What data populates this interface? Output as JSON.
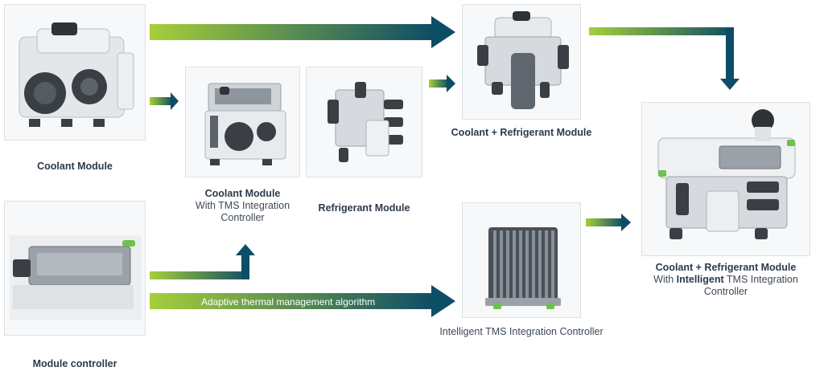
{
  "nodes": {
    "coolant_module": {
      "title": "Coolant Module"
    },
    "coolant_tms": {
      "title": "Coolant Module",
      "subtitle": "With TMS Integration Controller"
    },
    "refrigerant": {
      "title": "Refrigerant Module"
    },
    "coolant_refrigerant": {
      "title": "Coolant + Refrigerant Module"
    },
    "module_controller": {
      "title": "Module controller"
    },
    "intelligent_controller": {
      "title": "Intelligent TMS Integration Controller"
    },
    "final": {
      "title": "Coolant + Refrigerant Module",
      "subtitle_pre": "With ",
      "subtitle_bold": "Intelligent",
      "subtitle_post": " TMS Integration Controller"
    }
  },
  "arrows": {
    "algorithm_label": "Adaptive thermal management algorithm"
  },
  "colors": {
    "arrow_start": "#a6cf3a",
    "arrow_end": "#0e4d66",
    "metal": "#c9ced3",
    "dark_part": "#3a3f45",
    "accent_green": "#6cc24a"
  }
}
